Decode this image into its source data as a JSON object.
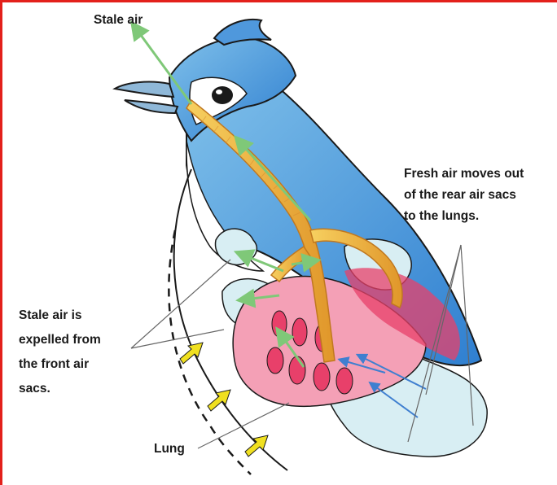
{
  "labels": {
    "stale_air_top": "Stale air",
    "fresh_air": "Fresh air moves out\nof the rear air sacs\nto the lungs.",
    "stale_air_front": "Stale air is\nexpelled from\nthe front air\nsacs.",
    "lung": "Lung"
  },
  "colors": {
    "frame": "#e3201b",
    "arrow_air": "#7fc878",
    "arrow_fresh": "#3f7fd0",
    "arrow_external": "#f0e020",
    "trachea": "#f0b838",
    "lung": "#e8406a",
    "plumage_blue": "#3f8fd8",
    "air_sac": "#d8eef3"
  }
}
